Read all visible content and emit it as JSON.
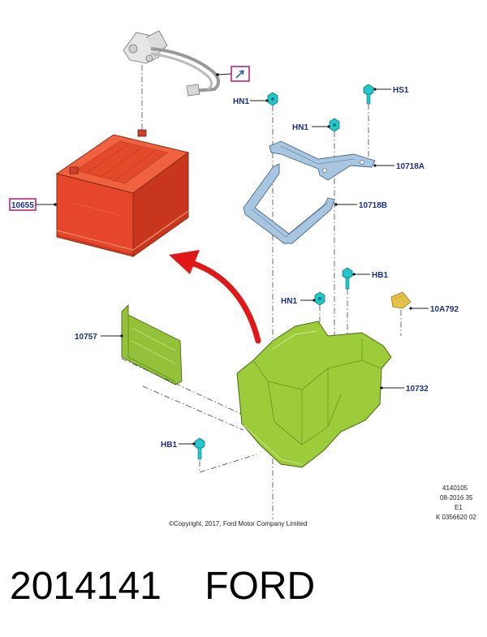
{
  "labels": {
    "battery": "10655",
    "cable": "",
    "hn1_a": "HN1",
    "hs1": "HS1",
    "hn1_b": "HN1",
    "bracket_a": "10718A",
    "bracket_b": "10718B",
    "hb1_a": "HB1",
    "hn1_c": "HN1",
    "clip": "10A792",
    "cover": "10757",
    "tray": "10732",
    "hb1_b": "HB1"
  },
  "meta": {
    "line1": "4140105",
    "line2": "08-2016 35",
    "line3": "E1",
    "line4": "K 0356620 02"
  },
  "copyright": "©Copyright, 2017, Ford Motor Company Limited",
  "caption": {
    "part_number": "2014141",
    "brand": "FORD",
    "separator": "    "
  },
  "colors": {
    "battery": "#e8442a",
    "tray": "#9ccc3a",
    "cover": "#93c23a",
    "bracket": "#a9c6e0",
    "fastener": "#24c7c9",
    "clip": "#e4c24a",
    "arrow": "#e01818",
    "callout_box": "#c0267a",
    "label_text": "#1a2f8a"
  }
}
